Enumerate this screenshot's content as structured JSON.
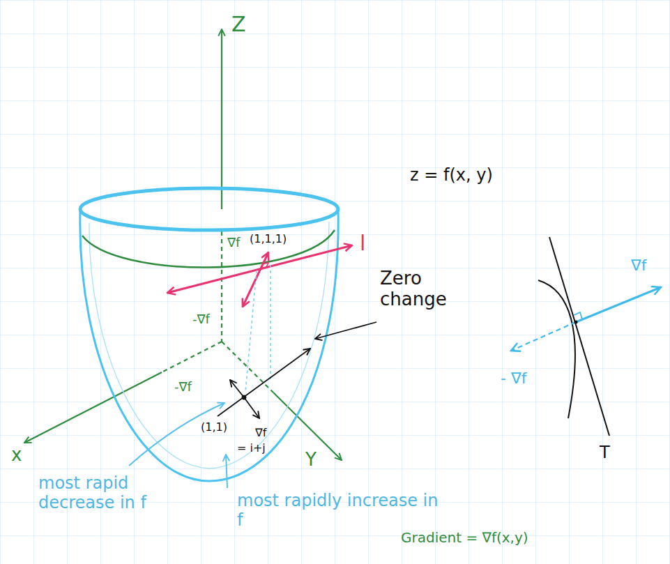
{
  "diagram": {
    "labels": [
      "Z",
      "z = f(x, y)",
      "∇f",
      "(1,1,1)",
      "l",
      "Zero change",
      "-∇f",
      "-∇f",
      "(1,1)",
      "∇f",
      "= i+j",
      "x",
      "Y",
      "most rapid decrease in f",
      "most rapidly increase in f",
      "Gradient = ∇f(x,y)",
      "∇f",
      "- ∇f",
      "T"
    ]
  }
}
